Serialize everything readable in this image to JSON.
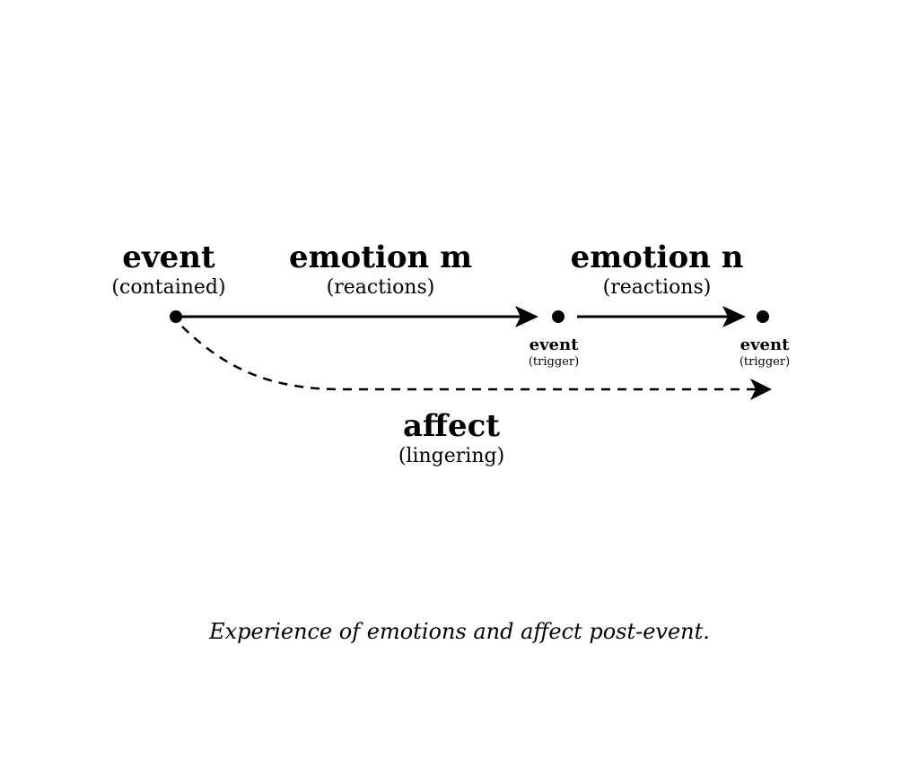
{
  "event_start": {
    "title": "event",
    "note": "(contained)"
  },
  "emotion_m": {
    "title": "emotion m",
    "note": "(reactions)"
  },
  "emotion_n": {
    "title": "emotion n",
    "note": "(reactions)"
  },
  "trigger_1": {
    "title": "event",
    "note": "(trigger)"
  },
  "trigger_2": {
    "title": "event",
    "note": "(trigger)"
  },
  "affect": {
    "title": "affect",
    "note": "(lingering)"
  },
  "caption": "Experience of emotions and affect post-event.",
  "colors": {
    "ink": "#000000",
    "background": "#ffffff"
  }
}
